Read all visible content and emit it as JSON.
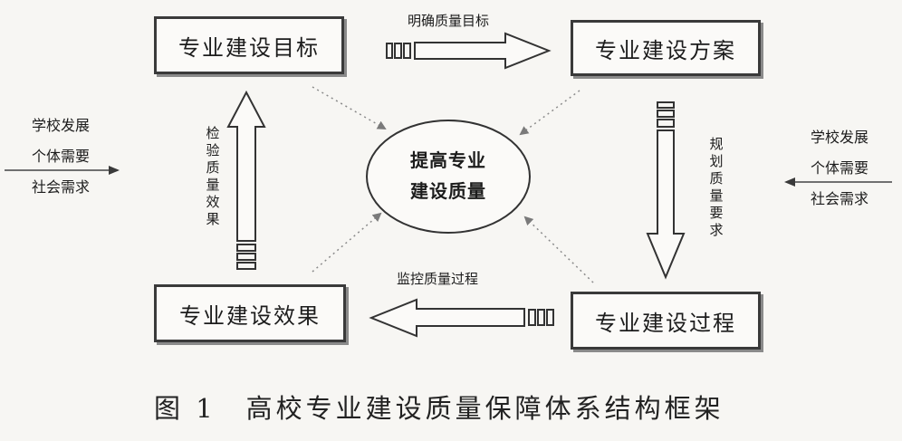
{
  "boxes": {
    "goal": "专业建设目标",
    "plan": "专业建设方案",
    "effect": "专业建设效果",
    "process": "专业建设过程"
  },
  "center": {
    "line1": "提高专业",
    "line2": "建设质量"
  },
  "arrows": {
    "top": "明确质量目标",
    "right": "规划质量要求",
    "bottom": "监控质量过程",
    "left": "检验质量效果"
  },
  "inputs": {
    "left": [
      "学校发展",
      "个体需要",
      "社会需求"
    ],
    "right": [
      "学校发展",
      "个体需要",
      "社会需求"
    ]
  },
  "caption": "图 1　高校专业建设质量保障体系结构框架"
}
